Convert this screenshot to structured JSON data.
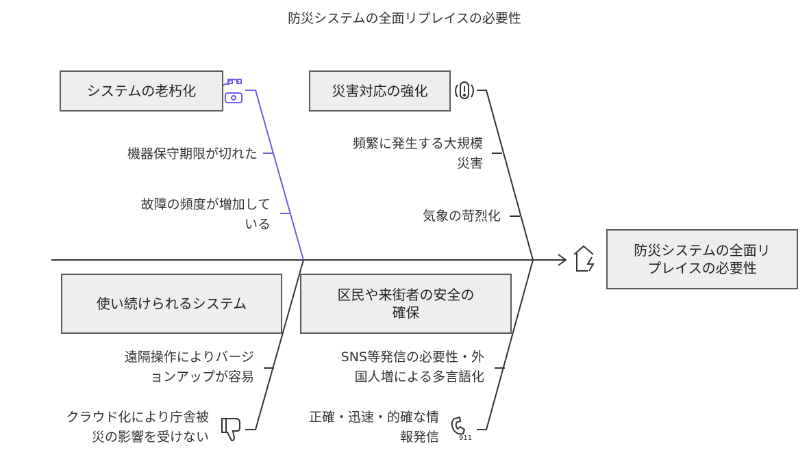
{
  "title": "防災システムの全面リプレイスの必要性",
  "effect": {
    "label": "防災システムの全面リプレイスの必要性",
    "icon": "house-storm-icon"
  },
  "categories": [
    {
      "label": "システムの老朽化",
      "icon": "telephone-stack-icon",
      "color": "#6b5ce7",
      "causes": [
        "機器保守期限が切れた",
        "故障の頻度が増加している"
      ]
    },
    {
      "label": "災害対応の強化",
      "icon": "alarm-icon",
      "color": "#333333",
      "causes": [
        "頻繁に発生する大規模災害",
        "気象の苛烈化"
      ]
    },
    {
      "label": "使い続けられるシステム",
      "icon": "thumbs-down-icon",
      "color": "#333333",
      "causes": [
        "遠隔操作によりバージョンアップが容易",
        "クラウド化により庁舎被災の影響を受けない"
      ]
    },
    {
      "label": "区民や来街者の安全の確保",
      "icon": "phone-911-icon",
      "color": "#333333",
      "causes": [
        "SNS等発信の必要性・外国人増による多言語化",
        "正確・迅速・的確な情報発信"
      ]
    }
  ],
  "labels": {
    "cause_0_0": "機器保守期限が切れた",
    "cause_0_1a": "故障の頻度が増加して",
    "cause_0_1b": "いる",
    "cause_1_0a": "頻繁に発生する大規模",
    "cause_1_0b": "災害",
    "cause_1_1": "気象の苛烈化",
    "cause_2_0a": "遠隔操作によりバージ",
    "cause_2_0b": "ョンアップが容易",
    "cause_2_1a": "クラウド化により庁舎被",
    "cause_2_1b": "災の影響を受けない",
    "cause_3_0a": "SNS等発信の必要性・外",
    "cause_3_0b": "国人増による多言語化",
    "cause_3_1a": "正確・迅速・的確な情",
    "cause_3_1b": "報発信",
    "effect_a": "防災システムの全面リ",
    "effect_b": "プレイスの必要性",
    "cat_3_a": "区民や来街者の安全の",
    "cat_3_b": "確保",
    "icon_911": "911"
  }
}
